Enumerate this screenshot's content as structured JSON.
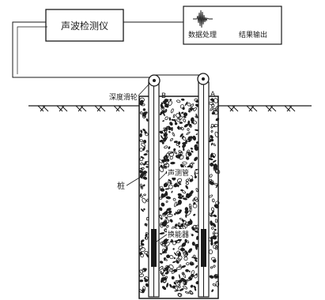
{
  "labels": {
    "instrument": "声波检测仪",
    "data_processing": "数据处理",
    "result_output": "结果输出",
    "depth_pulley": "深度滑轮",
    "tube_b": "B",
    "tube_a": "A",
    "pile": "桩",
    "acoustic_tube": "声测管",
    "transducer": "换能器"
  },
  "colors": {
    "ink": "#1a1a1a",
    "background": "#ffffff",
    "concrete_fill": "#ffffff",
    "aggregate": "#1e1e1e"
  },
  "icons": {
    "waveform": "waveform-icon",
    "pulley": "pulley-icon",
    "ground_hatch": "ground-hatch-icon"
  }
}
